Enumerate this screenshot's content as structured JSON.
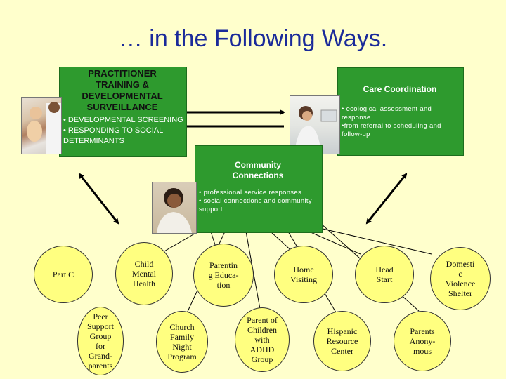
{
  "title": "… in the Following Ways.",
  "boxes": {
    "practitioner": {
      "heading_lines": [
        "PRACTITIONER",
        "TRAINING &",
        "DEVELOPMENTAL",
        "SURVEILLANCE"
      ],
      "bullets": [
        "• DEVELOPMENTAL SCREENING",
        "• RESPONDING TO SOCIAL DETERMINANTS"
      ]
    },
    "care": {
      "heading": "Care Coordination",
      "bullets": [
        "• ecological assessment and response",
        "•from referral to scheduling and follow-up"
      ]
    },
    "community": {
      "heading_lines": [
        "Community",
        "Connections"
      ],
      "bullets": [
        "• professional service responses",
        "• social connections and community support"
      ]
    }
  },
  "nodes": [
    {
      "id": "part-c",
      "lines": [
        "Part C"
      ]
    },
    {
      "id": "child-mental-health",
      "lines": [
        "Child",
        "Mental",
        "Health"
      ]
    },
    {
      "id": "parenting-education",
      "lines": [
        "Parentin",
        "g Educa-",
        "tion"
      ]
    },
    {
      "id": "home-visiting",
      "lines": [
        "Home",
        "Visiting"
      ]
    },
    {
      "id": "head-start",
      "lines": [
        "Head",
        "Start"
      ]
    },
    {
      "id": "domestic-violence-shelter",
      "lines": [
        "Domesti",
        "c",
        "Violence",
        "Shelter"
      ]
    },
    {
      "id": "peer-support-group",
      "lines": [
        "Peer",
        "Support",
        "Group",
        "for",
        "Grand-",
        "parents"
      ]
    },
    {
      "id": "church-family-night",
      "lines": [
        "Church",
        "Family",
        "Night",
        "Program"
      ]
    },
    {
      "id": "parent-of-children-adhd",
      "lines": [
        "Parent of",
        "Children",
        "with",
        "ADHD",
        "Group"
      ]
    },
    {
      "id": "hispanic-resource-center",
      "lines": [
        "Hispanic",
        "Resource",
        "Center"
      ]
    },
    {
      "id": "parents-anonymous",
      "lines": [
        "Parents",
        "Anony-",
        "mous"
      ]
    }
  ]
}
